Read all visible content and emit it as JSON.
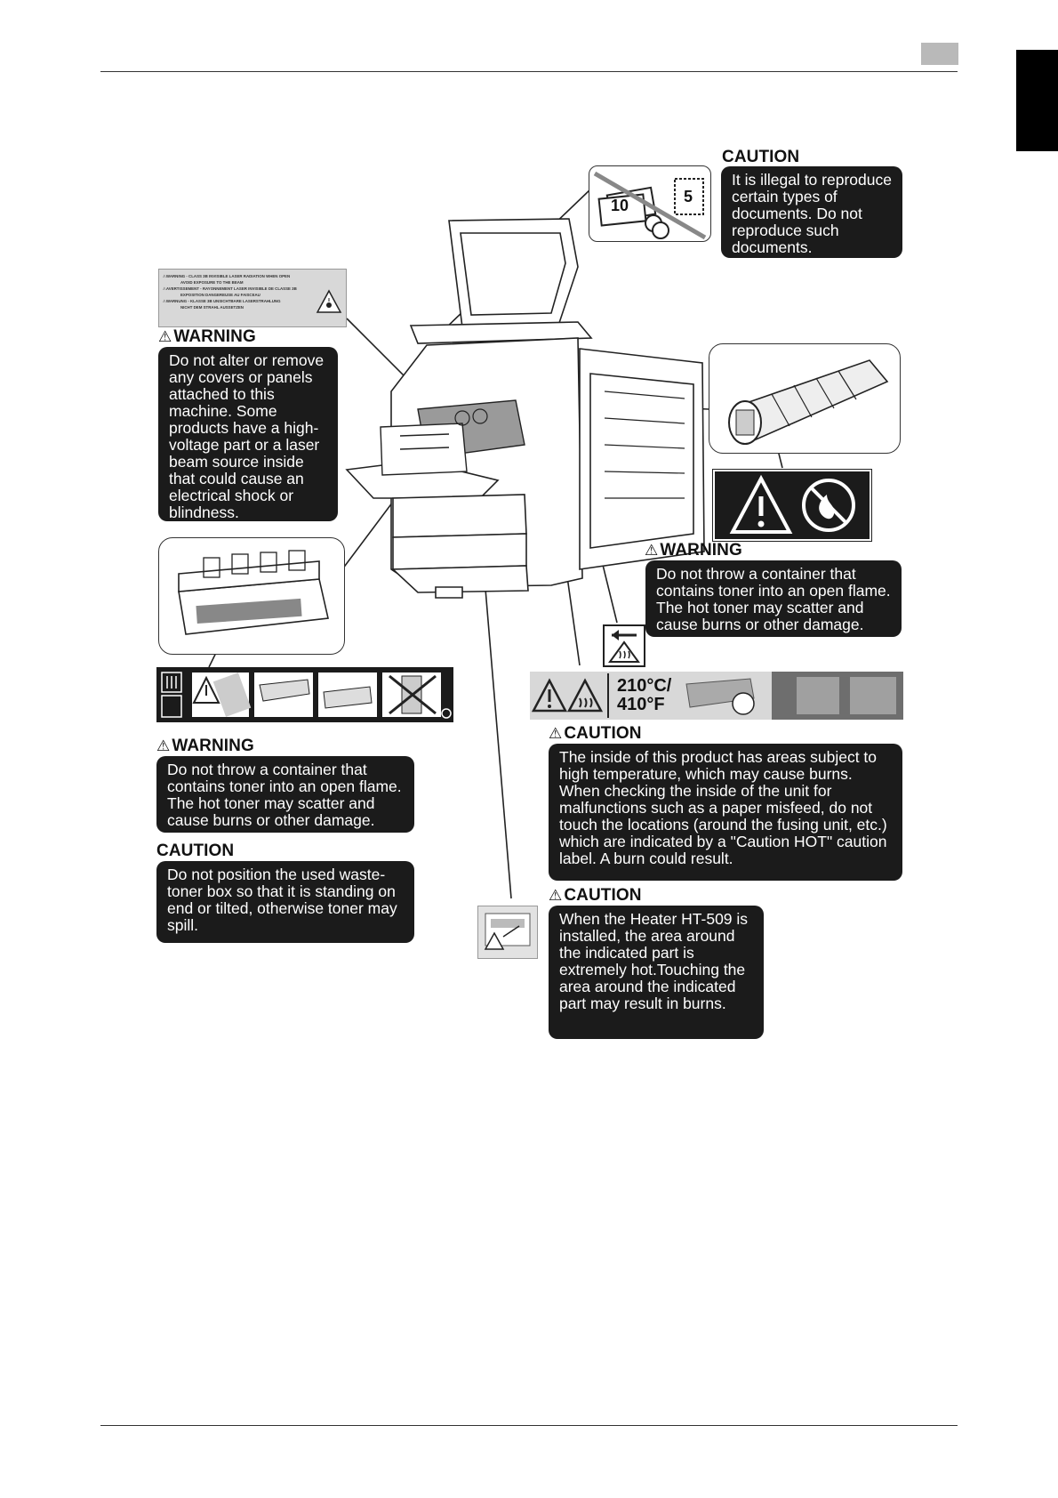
{
  "header": {
    "page_tab_label": ""
  },
  "callouts": {
    "illegal_copy": {
      "heading": "CAUTION",
      "text": "It is illegal to reproduce certain types of documents. Do not reproduce such documents."
    },
    "covers": {
      "heading": "WARNING",
      "text": "Do not alter or remove any covers or panels attached to this machine. Some products have a high-voltage part or a laser beam source inside that could cause an electrical shock or blindness."
    },
    "toner_flame_right": {
      "heading": "WARNING",
      "text": "Do not throw a container that contains toner into an open flame. The hot toner may scatter and cause burns or other damage."
    },
    "toner_flame_left": {
      "heading": "WARNING",
      "text": "Do not throw a container that contains toner into an open flame. The hot toner may scatter and cause burns or other damage."
    },
    "waste_toner": {
      "heading": "CAUTION",
      "text": "Do not position the used waste-toner box so that it is standing on end or tilted, otherwise toner may spill."
    },
    "hot_areas": {
      "heading": "CAUTION",
      "text": "The inside of this product has areas subject to high temperature, which may cause burns. When checking the inside of the unit for malfunctions such as a paper misfeed, do not touch the locations (around the fusing unit, etc.) which are indicated by a \"Caution HOT\" caution label. A burn could result."
    },
    "heater": {
      "heading": "CAUTION",
      "text": "When the Heater HT-509 is installed, the area around the indicated part is extremely hot.Touching the area around the indicated part may result in burns."
    }
  },
  "labels": {
    "temperature_c": "210°C/",
    "temperature_f": "410°F",
    "banknote_value": "10",
    "stamp_value": "5"
  },
  "laser_label_lines": [
    "⚠WARNING - CLASS 3B INVISIBLE LASER RADIATION WHEN OPEN",
    "AVOID EXPOSURE TO THE BEAM",
    "⚠AVERTISSEMENT - RAYONNEMENT LASER INVISIBLE DE CLASSE 3B",
    "EXPOSITION DANGEREUSE AU FAISCEAU",
    "⚠WARNUNG - KLASSE 3B UNSICHTBARE LASERSTRAHLUNG",
    "NICHT DEM STRAHL AUSSETZEN"
  ],
  "icons": {
    "warning": "warning-triangle-icon",
    "heat": "hot-surface-icon",
    "no_fire": "no-open-flame-icon",
    "laser": "laser-icon"
  },
  "colors": {
    "callout_bg": "#1b1b1b",
    "callout_text": "#ffffff",
    "page_tab": "#b9b9b9",
    "side_tab": "#000000"
  }
}
